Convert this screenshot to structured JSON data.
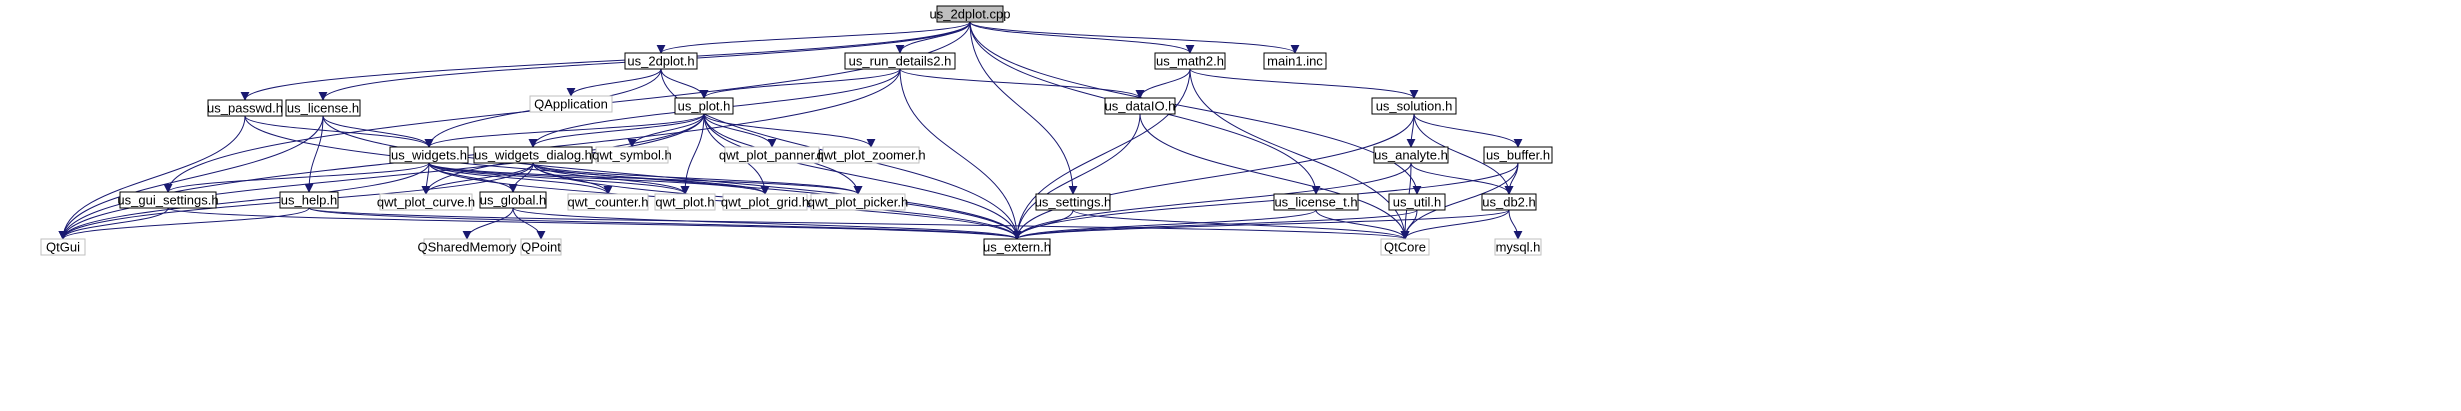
{
  "nodes": [
    {
      "id": "us_2dplot_cpp",
      "label": "us_2dplot.cpp",
      "kind": "root"
    },
    {
      "id": "us_2dplot_h",
      "label": "us_2dplot.h",
      "kind": "local"
    },
    {
      "id": "us_run_details2_h",
      "label": "us_run_details2.h",
      "kind": "local"
    },
    {
      "id": "us_math2_h",
      "label": "us_math2.h",
      "kind": "local"
    },
    {
      "id": "main1_inc",
      "label": "main1.inc",
      "kind": "local"
    },
    {
      "id": "qapplication",
      "label": "QApplication",
      "kind": "external"
    },
    {
      "id": "us_passwd_h",
      "label": "us_passwd.h",
      "kind": "local"
    },
    {
      "id": "us_license_h",
      "label": "us_license.h",
      "kind": "local"
    },
    {
      "id": "us_plot_h",
      "label": "us_plot.h",
      "kind": "local"
    },
    {
      "id": "us_dataio_h",
      "label": "us_dataIO.h",
      "kind": "local"
    },
    {
      "id": "us_solution_h",
      "label": "us_solution.h",
      "kind": "local"
    },
    {
      "id": "us_widgets_h",
      "label": "us_widgets.h",
      "kind": "local"
    },
    {
      "id": "us_widgets_dialog_h",
      "label": "us_widgets_dialog.h",
      "kind": "local"
    },
    {
      "id": "qwt_symbol_h",
      "label": "qwt_symbol.h",
      "kind": "external"
    },
    {
      "id": "qwt_plot_panner_h",
      "label": "qwt_plot_panner.h",
      "kind": "external"
    },
    {
      "id": "qwt_plot_zoomer_h",
      "label": "qwt_plot_zoomer.h",
      "kind": "external"
    },
    {
      "id": "us_analyte_h",
      "label": "us_analyte.h",
      "kind": "local"
    },
    {
      "id": "us_buffer_h",
      "label": "us_buffer.h",
      "kind": "local"
    },
    {
      "id": "us_gui_settings_h",
      "label": "us_gui_settings.h",
      "kind": "local"
    },
    {
      "id": "us_help_h",
      "label": "us_help.h",
      "kind": "local"
    },
    {
      "id": "qwt_plot_curve_h",
      "label": "qwt_plot_curve.h",
      "kind": "external"
    },
    {
      "id": "us_global_h",
      "label": "us_global.h",
      "kind": "local"
    },
    {
      "id": "qwt_counter_h",
      "label": "qwt_counter.h",
      "kind": "external"
    },
    {
      "id": "qwt_plot_h",
      "label": "qwt_plot.h",
      "kind": "external"
    },
    {
      "id": "qwt_plot_grid_h",
      "label": "qwt_plot_grid.h",
      "kind": "external"
    },
    {
      "id": "qwt_plot_picker_h",
      "label": "qwt_plot_picker.h",
      "kind": "external"
    },
    {
      "id": "us_settings_h",
      "label": "us_settings.h",
      "kind": "local"
    },
    {
      "id": "us_license_t_h",
      "label": "us_license_t.h",
      "kind": "local"
    },
    {
      "id": "us_util_h",
      "label": "us_util.h",
      "kind": "local"
    },
    {
      "id": "us_db2_h",
      "label": "us_db2.h",
      "kind": "local"
    },
    {
      "id": "qtgui",
      "label": "QtGui",
      "kind": "external"
    },
    {
      "id": "qsharedmemory",
      "label": "QSharedMemory",
      "kind": "external"
    },
    {
      "id": "qpoint",
      "label": "QPoint",
      "kind": "external"
    },
    {
      "id": "us_extern_h",
      "label": "us_extern.h",
      "kind": "local"
    },
    {
      "id": "qtcore",
      "label": "QtCore",
      "kind": "external"
    },
    {
      "id": "mysql_h",
      "label": "mysql.h",
      "kind": "external"
    }
  ],
  "edges": [
    [
      "us_2dplot_cpp",
      "us_2dplot_h"
    ],
    [
      "us_2dplot_cpp",
      "us_run_details2_h"
    ],
    [
      "us_2dplot_cpp",
      "us_math2_h"
    ],
    [
      "us_2dplot_cpp",
      "main1_inc"
    ],
    [
      "us_2dplot_cpp",
      "us_passwd_h"
    ],
    [
      "us_2dplot_cpp",
      "us_license_h"
    ],
    [
      "us_2dplot_cpp",
      "us_gui_settings_h"
    ],
    [
      "us_2dplot_cpp",
      "us_settings_h"
    ],
    [
      "us_2dplot_cpp",
      "us_license_t_h"
    ],
    [
      "us_2dplot_cpp",
      "us_util_h"
    ],
    [
      "us_2dplot_h",
      "qapplication"
    ],
    [
      "us_2dplot_h",
      "us_plot_h"
    ],
    [
      "us_2dplot_h",
      "us_widgets_h"
    ],
    [
      "us_2dplot_h",
      "us_extern_h"
    ],
    [
      "us_run_details2_h",
      "qtgui"
    ],
    [
      "us_run_details2_h",
      "us_plot_h"
    ],
    [
      "us_run_details2_h",
      "us_widgets_dialog_h"
    ],
    [
      "us_run_details2_h",
      "us_dataio_h"
    ],
    [
      "us_run_details2_h",
      "us_extern_h"
    ],
    [
      "us_math2_h",
      "us_dataio_h"
    ],
    [
      "us_math2_h",
      "us_solution_h"
    ],
    [
      "us_math2_h",
      "us_extern_h"
    ],
    [
      "us_math2_h",
      "qtcore"
    ],
    [
      "us_passwd_h",
      "qtgui"
    ],
    [
      "us_passwd_h",
      "us_widgets_h"
    ],
    [
      "us_passwd_h",
      "us_extern_h"
    ],
    [
      "us_license_h",
      "qtgui"
    ],
    [
      "us_license_h",
      "us_widgets_h"
    ],
    [
      "us_license_h",
      "us_help_h"
    ],
    [
      "us_license_h",
      "us_extern_h"
    ],
    [
      "us_plot_h",
      "us_widgets_h"
    ],
    [
      "us_plot_h",
      "us_widgets_dialog_h"
    ],
    [
      "us_plot_h",
      "qwt_symbol_h"
    ],
    [
      "us_plot_h",
      "qwt_plot_panner_h"
    ],
    [
      "us_plot_h",
      "qwt_plot_zoomer_h"
    ],
    [
      "us_plot_h",
      "qtgui"
    ],
    [
      "us_plot_h",
      "qwt_plot_curve_h"
    ],
    [
      "us_plot_h",
      "qwt_plot_h"
    ],
    [
      "us_plot_h",
      "qwt_plot_grid_h"
    ],
    [
      "us_plot_h",
      "qwt_plot_picker_h"
    ],
    [
      "us_plot_h",
      "us_extern_h"
    ],
    [
      "us_dataio_h",
      "us_extern_h"
    ],
    [
      "us_dataio_h",
      "qtcore"
    ],
    [
      "us_solution_h",
      "us_analyte_h"
    ],
    [
      "us_solution_h",
      "us_buffer_h"
    ],
    [
      "us_solution_h",
      "us_db2_h"
    ],
    [
      "us_solution_h",
      "us_extern_h"
    ],
    [
      "us_widgets_h",
      "qtgui"
    ],
    [
      "us_widgets_h",
      "us_gui_settings_h"
    ],
    [
      "us_widgets_h",
      "qwt_plot_curve_h"
    ],
    [
      "us_widgets_h",
      "us_global_h"
    ],
    [
      "us_widgets_h",
      "qwt_counter_h"
    ],
    [
      "us_widgets_h",
      "qwt_plot_h"
    ],
    [
      "us_widgets_h",
      "qwt_plot_grid_h"
    ],
    [
      "us_widgets_h",
      "qwt_plot_picker_h"
    ],
    [
      "us_widgets_h",
      "us_extern_h"
    ],
    [
      "us_widgets_dialog_h",
      "qtgui"
    ],
    [
      "us_widgets_dialog_h",
      "qwt_plot_curve_h"
    ],
    [
      "us_widgets_dialog_h",
      "us_global_h"
    ],
    [
      "us_widgets_dialog_h",
      "qwt_counter_h"
    ],
    [
      "us_widgets_dialog_h",
      "qwt_plot_h"
    ],
    [
      "us_widgets_dialog_h",
      "qwt_plot_grid_h"
    ],
    [
      "us_widgets_dialog_h",
      "qwt_plot_picker_h"
    ],
    [
      "us_widgets_dialog_h",
      "us_extern_h"
    ],
    [
      "us_analyte_h",
      "us_db2_h"
    ],
    [
      "us_analyte_h",
      "us_extern_h"
    ],
    [
      "us_analyte_h",
      "qtcore"
    ],
    [
      "us_buffer_h",
      "us_db2_h"
    ],
    [
      "us_buffer_h",
      "us_extern_h"
    ],
    [
      "us_buffer_h",
      "qtcore"
    ],
    [
      "us_gui_settings_h",
      "qtgui"
    ],
    [
      "us_gui_settings_h",
      "us_extern_h"
    ],
    [
      "us_help_h",
      "qtgui"
    ],
    [
      "us_help_h",
      "us_extern_h"
    ],
    [
      "us_help_h",
      "qtcore"
    ],
    [
      "us_global_h",
      "qsharedmemory"
    ],
    [
      "us_global_h",
      "qpoint"
    ],
    [
      "us_global_h",
      "us_extern_h"
    ],
    [
      "us_settings_h",
      "us_extern_h"
    ],
    [
      "us_settings_h",
      "qtcore"
    ],
    [
      "us_license_t_h",
      "us_extern_h"
    ],
    [
      "us_license_t_h",
      "qtcore"
    ],
    [
      "us_util_h",
      "us_extern_h"
    ],
    [
      "us_util_h",
      "qtcore"
    ],
    [
      "us_db2_h",
      "us_extern_h"
    ],
    [
      "us_db2_h",
      "qtcore"
    ],
    [
      "us_db2_h",
      "mysql_h"
    ]
  ],
  "colors": {
    "edge": "#191970",
    "local_border": "#000000",
    "external_border": "#bfbfbf",
    "root_fill": "#bfbfbf",
    "node_fill": "#ffffff",
    "text": "#000000"
  }
}
